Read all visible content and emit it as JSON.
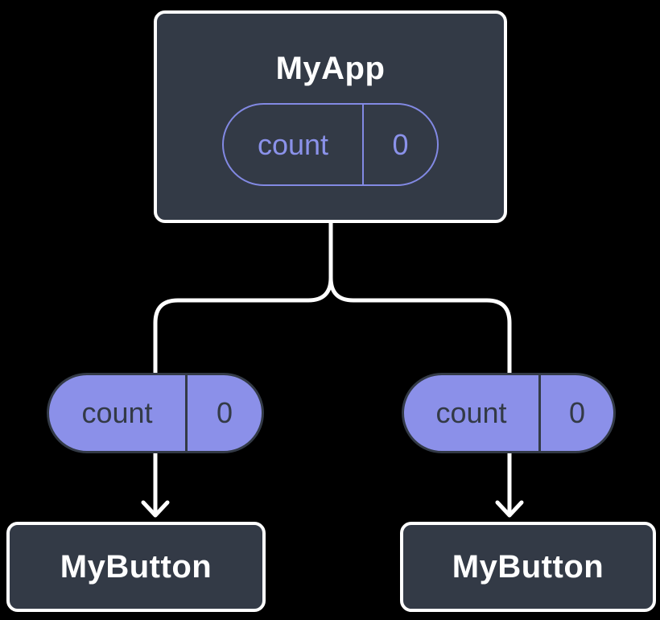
{
  "colors": {
    "bg": "#000000",
    "node_fill": "#333A46",
    "node_border": "#FFFFFF",
    "connector": "#FFFFFF",
    "pill_fill": "#8B90E9",
    "pill_stroke": "#8289E3",
    "pill_text_dark": "#333A46",
    "pill_text_purple": "#8B92EA",
    "title_text": "#FFFFFF"
  },
  "root_node": {
    "title": "MyApp",
    "state_pill": {
      "name": "count",
      "value": "0"
    }
  },
  "child_pills": [
    {
      "name": "count",
      "value": "0"
    },
    {
      "name": "count",
      "value": "0"
    }
  ],
  "child_nodes": [
    {
      "title": "MyButton"
    },
    {
      "title": "MyButton"
    }
  ]
}
